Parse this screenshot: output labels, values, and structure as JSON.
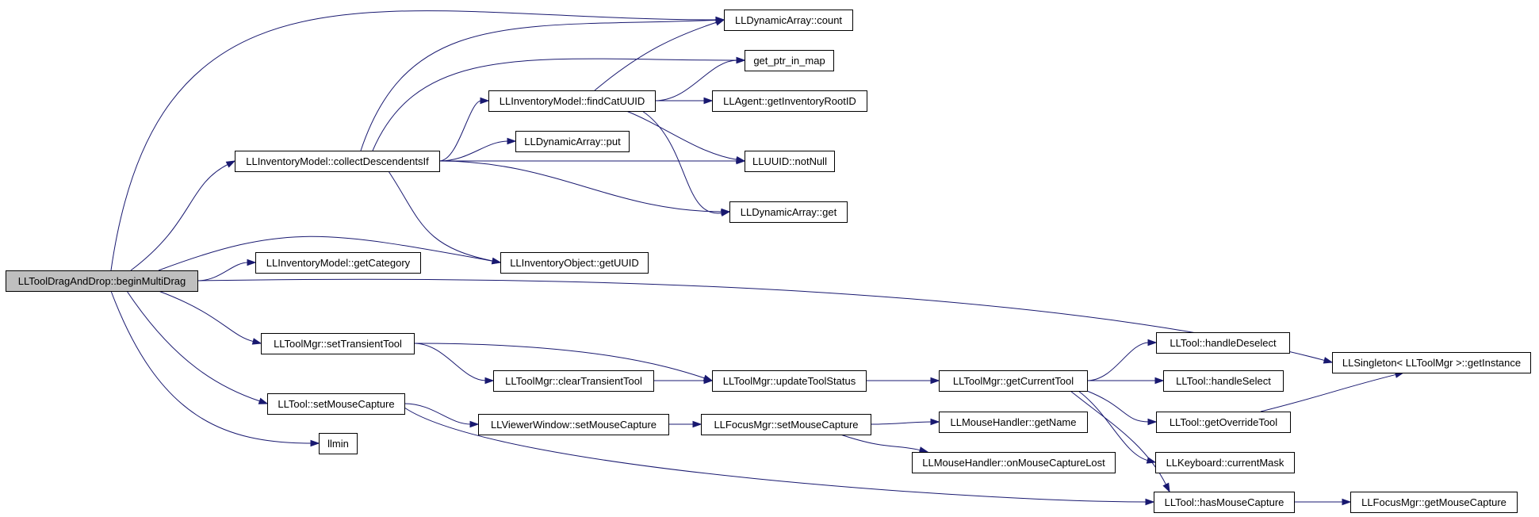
{
  "graph": {
    "nodes": [
      {
        "id": "n_begin",
        "label": "LLToolDragAndDrop::beginMultiDrag",
        "root": true
      },
      {
        "id": "n_collect",
        "label": "LLInventoryModel::collectDescendentsIf"
      },
      {
        "id": "n_getcat",
        "label": "LLInventoryModel::getCategory"
      },
      {
        "id": "n_settrans",
        "label": "LLToolMgr::setTransientTool"
      },
      {
        "id": "n_toolsetmc",
        "label": "LLTool::setMouseCapture"
      },
      {
        "id": "n_llmin",
        "label": "llmin"
      },
      {
        "id": "n_findcat",
        "label": "LLInventoryModel::findCatUUID"
      },
      {
        "id": "n_daput",
        "label": "LLDynamicArray::put"
      },
      {
        "id": "n_getuuid",
        "label": "LLInventoryObject::getUUID"
      },
      {
        "id": "n_dacount",
        "label": "LLDynamicArray::count"
      },
      {
        "id": "n_getptr",
        "label": "get_ptr_in_map"
      },
      {
        "id": "n_agentroot",
        "label": "LLAgent::getInventoryRootID"
      },
      {
        "id": "n_notnull",
        "label": "LLUUID::notNull"
      },
      {
        "id": "n_daget",
        "label": "LLDynamicArray::get"
      },
      {
        "id": "n_cleartrans",
        "label": "LLToolMgr::clearTransientTool"
      },
      {
        "id": "n_updstatus",
        "label": "LLToolMgr::updateToolStatus"
      },
      {
        "id": "n_viewsetmc",
        "label": "LLViewerWindow::setMouseCapture"
      },
      {
        "id": "n_focussetmc",
        "label": "LLFocusMgr::setMouseCapture"
      },
      {
        "id": "n_getcur",
        "label": "LLToolMgr::getCurrentTool"
      },
      {
        "id": "n_mhgetname",
        "label": "LLMouseHandler::getName"
      },
      {
        "id": "n_mhlost",
        "label": "LLMouseHandler::onMouseCaptureLost"
      },
      {
        "id": "n_hdesel",
        "label": "LLTool::handleDeselect"
      },
      {
        "id": "n_hsel",
        "label": "LLTool::handleSelect"
      },
      {
        "id": "n_override",
        "label": "LLTool::getOverrideTool"
      },
      {
        "id": "n_kbmask",
        "label": "LLKeyboard::currentMask"
      },
      {
        "id": "n_hasmc",
        "label": "LLTool::hasMouseCapture"
      },
      {
        "id": "n_focusgetmc",
        "label": "LLFocusMgr::getMouseCapture"
      },
      {
        "id": "n_singleton",
        "label": "LLSingleton< LLToolMgr >::getInstance"
      }
    ],
    "edges": [
      [
        "n_begin",
        "n_dacount"
      ],
      [
        "n_begin",
        "n_collect"
      ],
      [
        "n_begin",
        "n_getuuid"
      ],
      [
        "n_begin",
        "n_getcat"
      ],
      [
        "n_begin",
        "n_singleton"
      ],
      [
        "n_begin",
        "n_settrans"
      ],
      [
        "n_begin",
        "n_toolsetmc"
      ],
      [
        "n_begin",
        "n_llmin"
      ],
      [
        "n_collect",
        "n_dacount"
      ],
      [
        "n_collect",
        "n_getptr"
      ],
      [
        "n_collect",
        "n_findcat"
      ],
      [
        "n_collect",
        "n_daput"
      ],
      [
        "n_collect",
        "n_notnull"
      ],
      [
        "n_collect",
        "n_daget"
      ],
      [
        "n_collect",
        "n_getuuid"
      ],
      [
        "n_findcat",
        "n_dacount"
      ],
      [
        "n_findcat",
        "n_getptr"
      ],
      [
        "n_findcat",
        "n_agentroot"
      ],
      [
        "n_findcat",
        "n_notnull"
      ],
      [
        "n_findcat",
        "n_daget"
      ],
      [
        "n_settrans",
        "n_cleartrans"
      ],
      [
        "n_settrans",
        "n_updstatus"
      ],
      [
        "n_cleartrans",
        "n_updstatus"
      ],
      [
        "n_updstatus",
        "n_getcur"
      ],
      [
        "n_getcur",
        "n_hdesel"
      ],
      [
        "n_getcur",
        "n_hsel"
      ],
      [
        "n_getcur",
        "n_override"
      ],
      [
        "n_getcur",
        "n_kbmask"
      ],
      [
        "n_getcur",
        "n_hasmc"
      ],
      [
        "n_override",
        "n_singleton"
      ],
      [
        "n_toolsetmc",
        "n_viewsetmc"
      ],
      [
        "n_toolsetmc",
        "n_hasmc"
      ],
      [
        "n_viewsetmc",
        "n_focussetmc"
      ],
      [
        "n_focussetmc",
        "n_mhgetname"
      ],
      [
        "n_focussetmc",
        "n_mhlost"
      ],
      [
        "n_hasmc",
        "n_focusgetmc"
      ]
    ]
  }
}
